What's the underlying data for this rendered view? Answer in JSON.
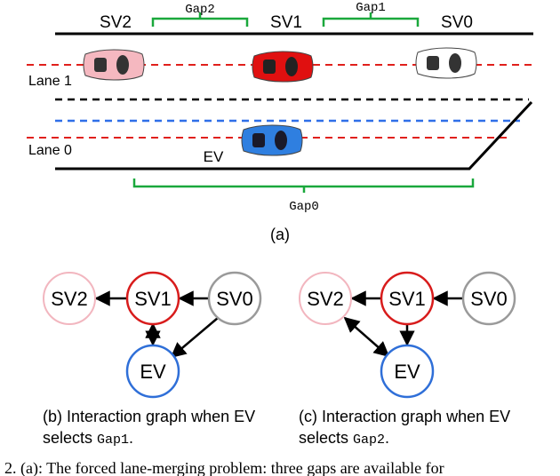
{
  "scene": {
    "vehicle_labels": {
      "sv2": "SV2",
      "sv1": "SV1",
      "sv0": "SV0",
      "ev": "EV"
    },
    "gap_labels": {
      "gap2": "Gap2",
      "gap1": "Gap1",
      "gap0": "Gap0"
    },
    "lane_labels": {
      "lane1": "Lane 1",
      "lane0": "Lane 0"
    },
    "subfigure_label": "(a)",
    "colors": {
      "sv2": "#f5b8c0",
      "sv1": "#e01010",
      "sv0": "#ffffff",
      "ev": "#2f7fe0",
      "gap_bracket": "#1aa83c",
      "lane1_center": "#e0201c",
      "lane0_center": "#e0201c",
      "boundary": "#2f6fe8"
    }
  },
  "graphs": [
    {
      "nodes": {
        "sv2": "SV2",
        "sv1": "SV1",
        "sv0": "SV0",
        "ev": "EV"
      },
      "caption_line1": "(b) Interaction graph when EV",
      "caption_line2_prefix": "selects ",
      "caption_line2_code": "Gap1",
      "caption_line2_suffix": "."
    },
    {
      "nodes": {
        "sv2": "SV2",
        "sv1": "SV1",
        "sv0": "SV0",
        "ev": "EV"
      },
      "caption_line1": "(c) Interaction graph when EV",
      "caption_line2_prefix": "selects ",
      "caption_line2_code": "Gap2",
      "caption_line2_suffix": "."
    }
  ],
  "node_colors": {
    "sv2": "#f2b6bf",
    "sv1": "#d81c1c",
    "sv0": "#9a9a9a",
    "ev": "#2f6fd8"
  },
  "footer_fragment": ". 2.  (a): The forced lane-merging problem: three gaps are available for"
}
